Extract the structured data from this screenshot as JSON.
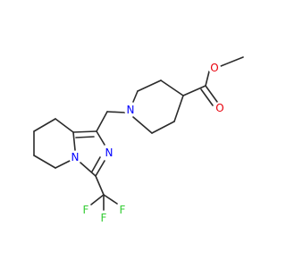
{
  "molecule": {
    "atoms": {
      "o_methoxy": {
        "label": "O",
        "color": "#e8000b"
      },
      "o_carbonyl": {
        "label": "O",
        "color": "#e8000b"
      },
      "n_piperidine": {
        "label": "N",
        "color": "#0000ff"
      },
      "n_imidazole_ring": {
        "label": "N",
        "color": "#0000ff"
      },
      "n_imidazole": {
        "label": "N",
        "color": "#0000ff"
      },
      "f_left": {
        "label": "F",
        "color": "#33cc33"
      },
      "f_right": {
        "label": "F",
        "color": "#33cc33"
      },
      "f_bottom": {
        "label": "F",
        "color": "#33cc33"
      }
    },
    "bond_color": "#2b2b2b",
    "background": "#ffffff"
  }
}
